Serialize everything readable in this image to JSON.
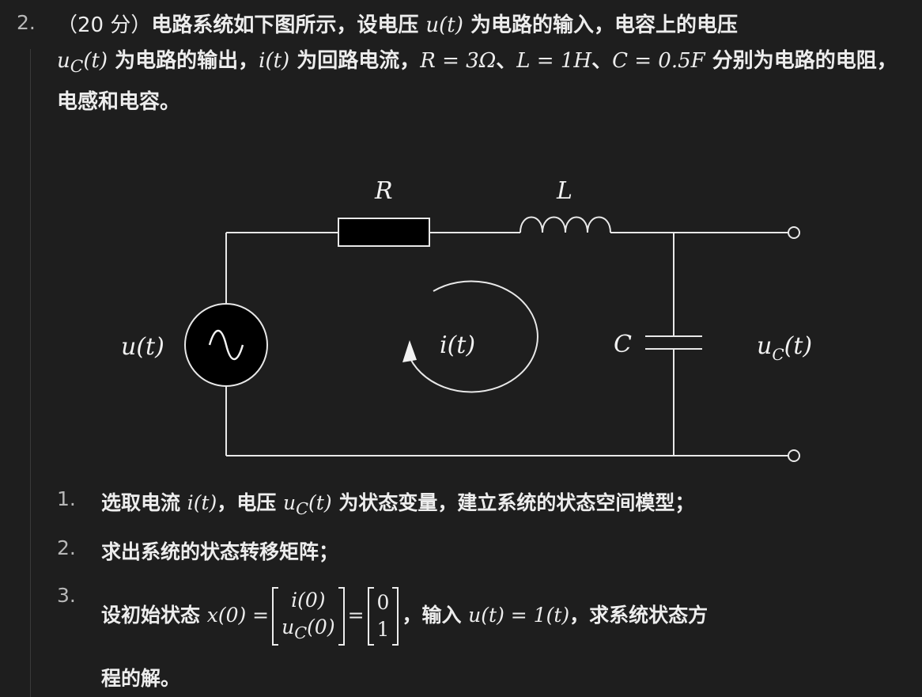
{
  "question": {
    "number": "2.",
    "points": "（20 分）",
    "t1": "电路系统如下图所示，设电压 ",
    "m1": "u(t)",
    "t2": " 为电路的输入，电容上的电压",
    "m2a": "u",
    "m2b": "C",
    "m2c": "(t)",
    "t3": " 为电路的输出，",
    "m3": "i(t)",
    "t4": " 为回路电流，",
    "m4": "R = 3Ω",
    "t5": "、",
    "m5": "L = 1H",
    "t6": "、",
    "m6": "C = 0.5F",
    "t7": " 分别为电路的电阻，电感和电容。"
  },
  "circuit": {
    "label_R": "R",
    "label_L": "L",
    "label_C": "C",
    "label_source": "u(t)",
    "label_current": "i(t)",
    "label_output_a": "u",
    "label_output_b": "C",
    "label_output_c": "(t)",
    "source_symbol": "∿"
  },
  "subquestions": {
    "q1_num": "1.",
    "q1_t1": "选取电流 ",
    "q1_m1": "i(t)",
    "q1_t2": "，电压 ",
    "q1_m2a": "u",
    "q1_m2b": "C",
    "q1_m2c": "(t)",
    "q1_t3": " 为状态变量，建立系统的状态空间模型；",
    "q2_num": "2.",
    "q2_text": "求出系统的状态转移矩阵；",
    "q3_num": "3.",
    "q3_t1": "设初始状态 ",
    "q3_m1": "x(0) =",
    "q3_vec1_top": "i(0)",
    "q3_vec1_bot_a": "u",
    "q3_vec1_bot_b": "C",
    "q3_vec1_bot_c": "(0)",
    "q3_eq": "=",
    "q3_vec2_top": "0",
    "q3_vec2_bot": "1",
    "q3_t2": "，输入 ",
    "q3_m2": "u(t) = 1(t)",
    "q3_t3": "，求系统状态方",
    "q3_t4": "程的解。"
  }
}
